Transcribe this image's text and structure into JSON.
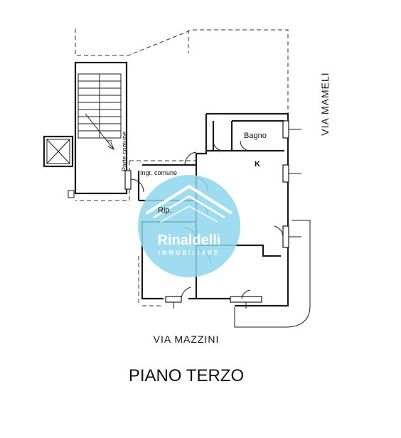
{
  "plan": {
    "rooms": {
      "stairs": "Parte comune",
      "entrance": "Ingr. comune",
      "bathroom": "Bagno",
      "kitchen": "K",
      "storage": "Rip."
    },
    "streets": {
      "right": "VIA MAMELI",
      "bottom": "VIA MAZZINI"
    },
    "floor_title": "PIANO TERZO"
  },
  "watermark": {
    "brand": "Rinaldelli",
    "tagline": "IMMOBILIARE",
    "color": "#8fd6ec"
  }
}
